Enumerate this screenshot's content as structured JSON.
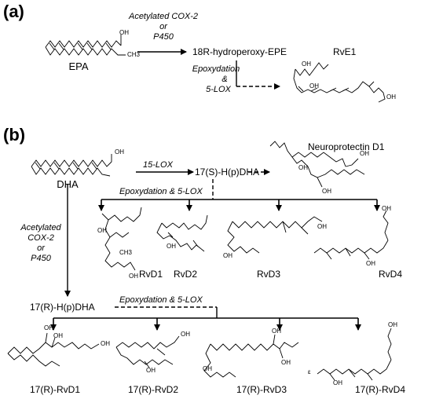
{
  "panel_a": {
    "label": "(a)",
    "start": "EPA",
    "enzyme": [
      "Acetylated COX-2",
      "or",
      "P450"
    ],
    "intermediate": "18R-hydroperoxy-EPE",
    "step": [
      "Epoxydation",
      "&",
      "5-LOX"
    ],
    "product": "RvE1"
  },
  "panel_b": {
    "label": "(b)",
    "start": "DHA",
    "lox_enzyme": "15-LOX",
    "intermediate_s": "17(S)-H(p)DHA",
    "npd1": "Neuroprotectin D1",
    "step_s": "Epoxydation & 5-LOX",
    "products_s": [
      "RvD1",
      "RvD2",
      "RvD3",
      "RvD4"
    ],
    "enzyme_r": [
      "Acetylated",
      "COX-2",
      "or",
      "P450"
    ],
    "intermediate_r": "17(R)-H(p)DHA",
    "step_r": "Epoxydation & 5-LOX",
    "products_r": [
      "17(R)-RvD1",
      "17(R)-RvD2",
      "17(R)-RvD3",
      "17(R)-RvD4"
    ]
  },
  "structure_labels": {
    "oh": "OH",
    "ch3": "CH3",
    "cooh": "OH",
    "methyl_dot": "ε"
  }
}
